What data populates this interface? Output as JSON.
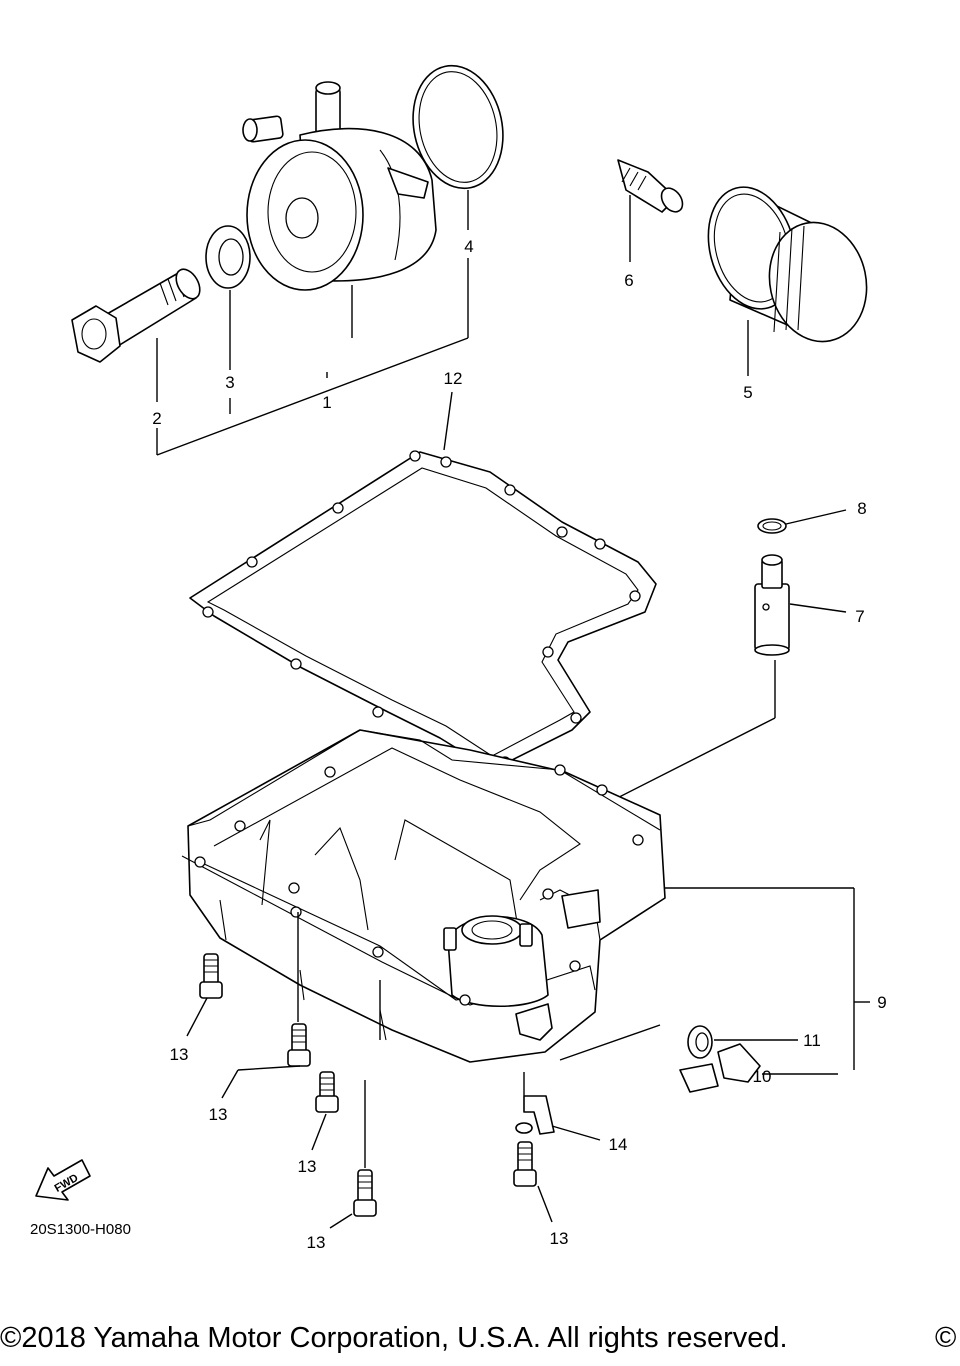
{
  "diagram": {
    "callouts": {
      "c1": "1",
      "c2": "2",
      "c3": "3",
      "c4": "4",
      "c5": "5",
      "c6": "6",
      "c7": "7",
      "c8": "8",
      "c9": "9",
      "c10": "10",
      "c11": "11",
      "c12": "12",
      "c13a": "13",
      "c13b": "13",
      "c13c": "13",
      "c13d": "13",
      "c13e": "13",
      "c14": "14"
    },
    "fwd_label": "FWD",
    "drawing_code": "20S1300-H080"
  },
  "footer": {
    "copyright": "©2018 Yamaha Motor Corporation, U.S.A. All rights reserved.",
    "trailing_mark": "©"
  }
}
